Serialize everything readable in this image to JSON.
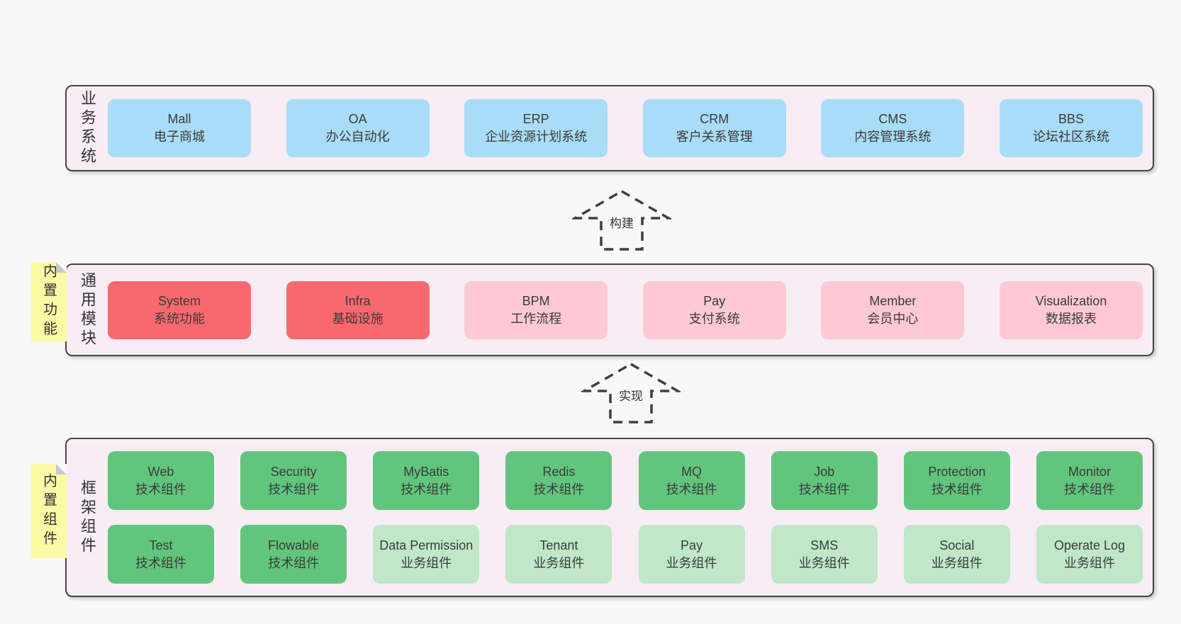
{
  "colors": {
    "page-bg": "#f8f8f8",
    "panel-bg": "#f8edf5",
    "panel-border": "#454545",
    "box-text": "#3b3b3b",
    "blue": "#a9dcf7",
    "red": "#f7696f",
    "pink": "#fec9d4",
    "green": "#62c57d",
    "light-green": "#bfe7c8",
    "sticky-yellow": "#fbfaa5",
    "sticky-fold": "#c9c9c9",
    "arrow-stroke": "#3f3f3f"
  },
  "stickies": [
    {
      "text": "内置功能"
    },
    {
      "text": "内置组件"
    }
  ],
  "arrows": [
    {
      "label": "构建"
    },
    {
      "label": "实现"
    }
  ],
  "layers": [
    {
      "label": "业务系统",
      "rows": [
        [
          {
            "name": "Mall",
            "desc": "电子商城",
            "type": "blue"
          },
          {
            "name": "OA",
            "desc": "办公自动化",
            "type": "blue"
          },
          {
            "name": "ERP",
            "desc": "企业资源计划系统",
            "type": "blue"
          },
          {
            "name": "CRM",
            "desc": "客户关系管理",
            "type": "blue"
          },
          {
            "name": "CMS",
            "desc": "内容管理系统",
            "type": "blue"
          },
          {
            "name": "BBS",
            "desc": "论坛社区系统",
            "type": "blue"
          }
        ]
      ]
    },
    {
      "label": "通用模块",
      "rows": [
        [
          {
            "name": "System",
            "desc": "系统功能",
            "type": "red"
          },
          {
            "name": "Infra",
            "desc": "基础设施",
            "type": "red"
          },
          {
            "name": "BPM",
            "desc": "工作流程",
            "type": "pink"
          },
          {
            "name": "Pay",
            "desc": "支付系统",
            "type": "pink"
          },
          {
            "name": "Member",
            "desc": "会员中心",
            "type": "pink"
          },
          {
            "name": "Visualization",
            "desc": "数据报表",
            "type": "pink"
          }
        ]
      ]
    },
    {
      "label": "框架组件",
      "rows": [
        [
          {
            "name": "Web",
            "desc": "技术组件",
            "type": "green"
          },
          {
            "name": "Security",
            "desc": "技术组件",
            "type": "green"
          },
          {
            "name": "MyBatis",
            "desc": "技术组件",
            "type": "green"
          },
          {
            "name": "Redis",
            "desc": "技术组件",
            "type": "green"
          },
          {
            "name": "MQ",
            "desc": "技术组件",
            "type": "green"
          },
          {
            "name": "Job",
            "desc": "技术组件",
            "type": "green"
          },
          {
            "name": "Protection",
            "desc": "技术组件",
            "type": "green"
          },
          {
            "name": "Monitor",
            "desc": "技术组件",
            "type": "green"
          }
        ],
        [
          {
            "name": "Test",
            "desc": "技术组件",
            "type": "green"
          },
          {
            "name": "Flowable",
            "desc": "技术组件",
            "type": "green"
          },
          {
            "name": "Data Permission",
            "desc": "业务组件",
            "type": "light-green"
          },
          {
            "name": "Tenant",
            "desc": "业务组件",
            "type": "light-green"
          },
          {
            "name": "Pay",
            "desc": "业务组件",
            "type": "light-green"
          },
          {
            "name": "SMS",
            "desc": "业务组件",
            "type": "light-green"
          },
          {
            "name": "Social",
            "desc": "业务组件",
            "type": "light-green"
          },
          {
            "name": "Operate Log",
            "desc": "业务组件",
            "type": "light-green"
          }
        ]
      ]
    }
  ]
}
